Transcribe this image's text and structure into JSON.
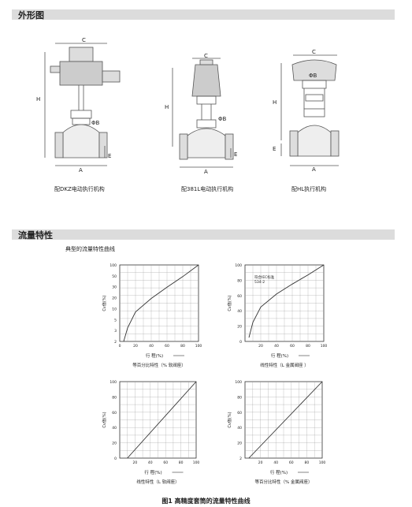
{
  "sections": {
    "appearance": "外形图",
    "flow": "流量特性"
  },
  "drawings": [
    {
      "caption": "配DKZ电动执行机构",
      "dims": {
        "c": "C",
        "h": "H",
        "b": "ΦB",
        "e": "E",
        "a": "A"
      }
    },
    {
      "caption": "配381L电动执行机构",
      "dims": {
        "c": "C",
        "h": "H",
        "b": "ΦB",
        "e": "E",
        "a": "A"
      }
    },
    {
      "caption": "配HL执行机构",
      "dims": {
        "c": "C",
        "h": "H",
        "b": "ΦB",
        "e": "E",
        "a": "A"
      }
    }
  ],
  "flow_subtitle": "典型的流量特性曲线",
  "charts": [
    {
      "title": "等百分比特性（% 软阀座）",
      "ylabel": "Cv值(%)",
      "xlabel": "行 程(%)",
      "yticks": [
        "100",
        "50",
        "30",
        "20",
        "10",
        "5",
        "3",
        "2"
      ],
      "xticks": [
        "0",
        "20",
        "40",
        "60",
        "80",
        "100"
      ],
      "note": ""
    },
    {
      "title": "线性特性（L 金属阀座 ）",
      "ylabel": "Cv值(%)",
      "xlabel": "行 程(%)",
      "yticks": [
        "100",
        "80",
        "60",
        "40",
        "20",
        "0"
      ],
      "xticks": [
        "20",
        "40",
        "60",
        "80",
        "100"
      ],
      "note": "符合IEC标准 534-2"
    },
    {
      "title": "线性特性（L 软阀座）",
      "ylabel": "Cv值(%)",
      "xlabel": "行 程(%)",
      "yticks": [
        "100",
        "80",
        "60",
        "40",
        "20",
        "0"
      ],
      "xticks": [
        "20",
        "40",
        "60",
        "80",
        "100"
      ],
      "note": ""
    },
    {
      "title": "等百分比特性（% 金属阀座）",
      "ylabel": "Cv值(%)",
      "xlabel": "行 程(%)",
      "yticks": [
        "100",
        "80",
        "60",
        "40",
        "20",
        "2"
      ],
      "xticks": [
        "20",
        "40",
        "60",
        "80",
        "100"
      ],
      "note": ""
    }
  ],
  "figure_caption": "图1 高精度套筒的流量特性曲线",
  "chart_data": [
    {
      "type": "line",
      "title": "等百分比特性（% 软阀座）",
      "xlabel": "行 程(%)",
      "ylabel": "Cv值(%)",
      "xlim": [
        0,
        100
      ],
      "ylim": [
        2,
        100
      ],
      "yscale": "log",
      "series": [
        {
          "values": [
            [
              5,
              2
            ],
            [
              10,
              4
            ],
            [
              20,
              9
            ],
            [
              40,
              18
            ],
            [
              60,
              32
            ],
            [
              80,
              55
            ],
            [
              100,
              100
            ]
          ]
        }
      ]
    },
    {
      "type": "line",
      "title": "线性特性（L 金属阀座 ）",
      "xlabel": "行 程(%)",
      "ylabel": "Cv值(%)",
      "xlim": [
        0,
        100
      ],
      "ylim": [
        0,
        100
      ],
      "series": [
        {
          "values": [
            [
              5,
              5
            ],
            [
              10,
              25
            ],
            [
              20,
              45
            ],
            [
              40,
              62
            ],
            [
              60,
              75
            ],
            [
              80,
              87
            ],
            [
              100,
              100
            ]
          ]
        }
      ]
    },
    {
      "type": "line",
      "title": "线性特性（L 软阀座）",
      "xlabel": "行 程(%)",
      "ylabel": "Cv值(%)",
      "xlim": [
        0,
        100
      ],
      "ylim": [
        0,
        100
      ],
      "series": [
        {
          "values": [
            [
              10,
              0
            ],
            [
              100,
              100
            ]
          ]
        }
      ]
    },
    {
      "type": "line",
      "title": "等百分比特性（% 金属阀座）",
      "xlabel": "行 程(%)",
      "ylabel": "Cv值(%)",
      "xlim": [
        0,
        100
      ],
      "ylim": [
        0,
        100
      ],
      "series": [
        {
          "values": [
            [
              5,
              0
            ],
            [
              100,
              100
            ]
          ]
        }
      ]
    }
  ]
}
